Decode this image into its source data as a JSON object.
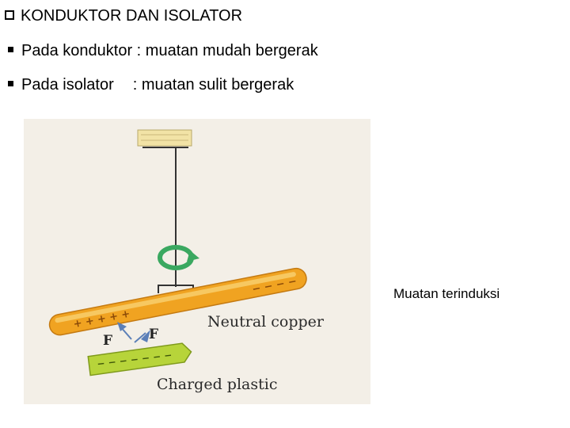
{
  "slide": {
    "title": "KONDUKTOR DAN ISOLATOR",
    "bullets": [
      {
        "term": "Pada konduktor",
        "desc": ": muatan mudah bergerak"
      },
      {
        "term": "Pada isolator",
        "desc": ": muatan sulit bergerak"
      }
    ],
    "figure": {
      "copper_label": "Neutral copper",
      "plastic_label": "Charged plastic",
      "force_left": "F",
      "force_right": "F"
    },
    "caption": "Muatan terinduksi"
  },
  "icons": {
    "title_bullet": "checkbox-square-icon",
    "list_bullet": "filled-square-icon",
    "rotation": "circular-arrow-icon"
  },
  "colors": {
    "copper": "#f0a321",
    "plastic": "#b7d43a",
    "paper": "#f3efe7",
    "text": "#000000"
  }
}
